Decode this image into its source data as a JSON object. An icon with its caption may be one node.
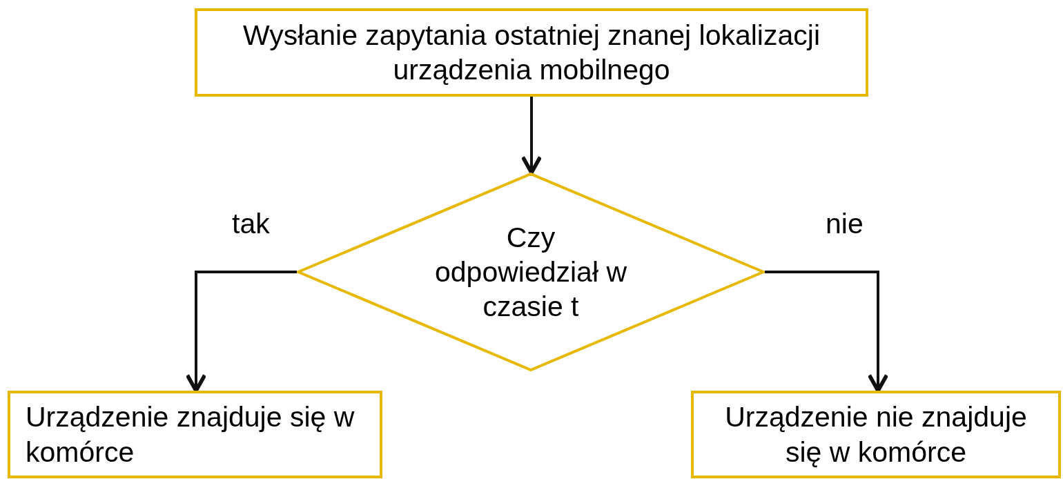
{
  "diagram": {
    "nodes": [
      {
        "text": [
          "Wysłanie zapytania ostatniej znanej lokalizacji urządzenia mobilnego"
        ]
      },
      {
        "text": [
          "Czy odpowiedział w czasie t"
        ]
      },
      {
        "text": [
          "Urządzenie znajduje się w komórce"
        ]
      },
      {
        "text": [
          "Urządzenie nie znajduje się w komórce"
        ]
      }
    ],
    "edges": [
      {
        "from": 0,
        "to": 1,
        "arrow": "to"
      },
      {
        "from": 1,
        "to": 2,
        "arrow": "to",
        "label": "tak"
      },
      {
        "from": 1,
        "to": 3,
        "arrow": "to",
        "label": "nie"
      }
    ]
  }
}
